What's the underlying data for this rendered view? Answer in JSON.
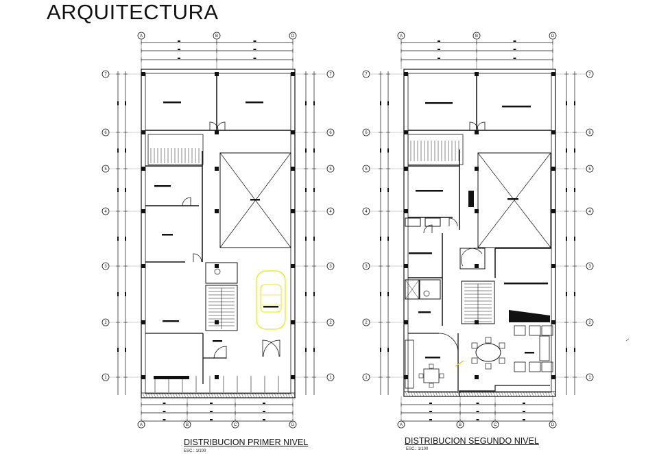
{
  "title": "ARQUITECTURA",
  "plans": [
    {
      "caption": "DISTRIBUCION PRIMER NIVEL",
      "scale": "ESC.: 1/100",
      "top_axes": [
        "A",
        "B",
        "D"
      ],
      "bottom_axes": [
        "A",
        "B",
        "C",
        "D"
      ],
      "side_axes": [
        "7",
        "6",
        "5",
        "4",
        "3",
        "2",
        "1"
      ]
    },
    {
      "caption": "DISTRIBUCION SEGUNDO NIVEL",
      "scale": "ESC.: 1/100",
      "top_axes": [
        "A",
        "B",
        "D"
      ],
      "bottom_axes": [
        "A",
        "B",
        "C",
        "D"
      ],
      "side_axes": [
        "7",
        "6",
        "5",
        "4",
        "3",
        "2",
        "1"
      ]
    }
  ]
}
